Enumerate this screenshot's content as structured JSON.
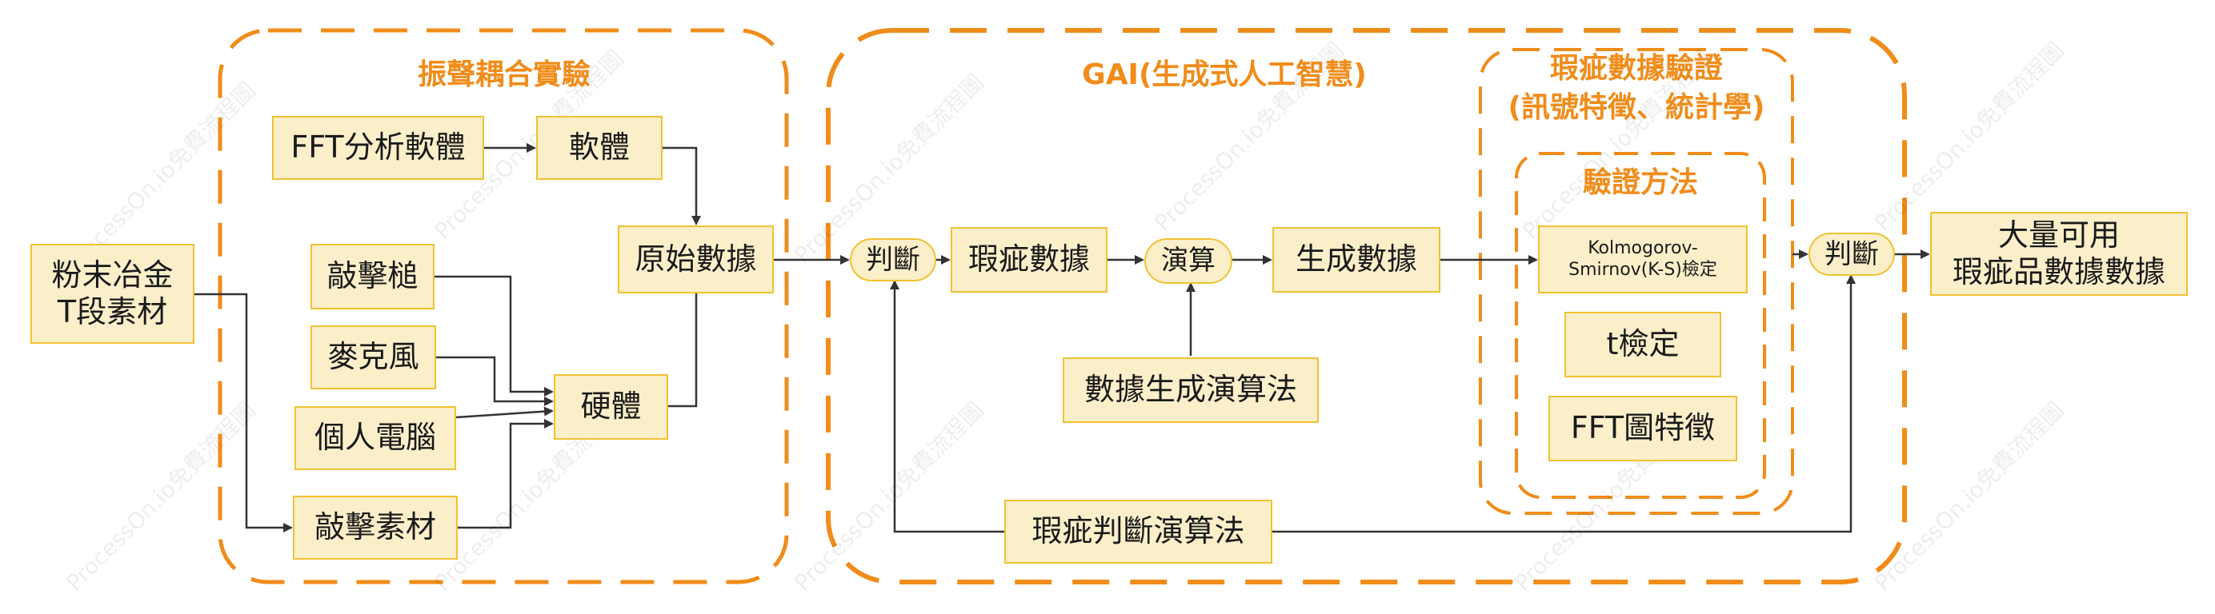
{
  "groups": {
    "vibration": {
      "title": "振聲耦合實驗"
    },
    "gai": {
      "title": "GAI(生成式人工智慧)"
    },
    "validation": {
      "title": "瑕疵數據驗證\n(訊號特徵、統計學)"
    },
    "method": {
      "title": "驗證方法"
    }
  },
  "nodes": {
    "powder": "粉末冶金\nT段素材",
    "fft_software": "FFT分析軟體",
    "software": "軟體",
    "raw_data": "原始數據",
    "hammer": "敲擊槌",
    "microphone": "麥克風",
    "pc": "個人電腦",
    "hardware": "硬體",
    "strike_material": "敲擊素材",
    "judge1": "判斷",
    "defect_data": "瑕疵數據",
    "compute": "演算",
    "generated_data": "生成數據",
    "gen_algorithm": "數據生成演算法",
    "ks_test": "Kolmogorov-\nSmirnov(K-S)檢定",
    "t_test": "t檢定",
    "fft_features": "FFT圖特徵",
    "judge2": "判斷",
    "result": "大量可用\n瑕疵品數據數據",
    "defect_algorithm": "瑕疵判斷演算法"
  },
  "watermark": "ProcessOn.io免費流程圖",
  "colors": {
    "accent": "#f08c1a",
    "box_fill": "#fbefca",
    "box_border": "#f1c232",
    "arrow": "#333333"
  }
}
